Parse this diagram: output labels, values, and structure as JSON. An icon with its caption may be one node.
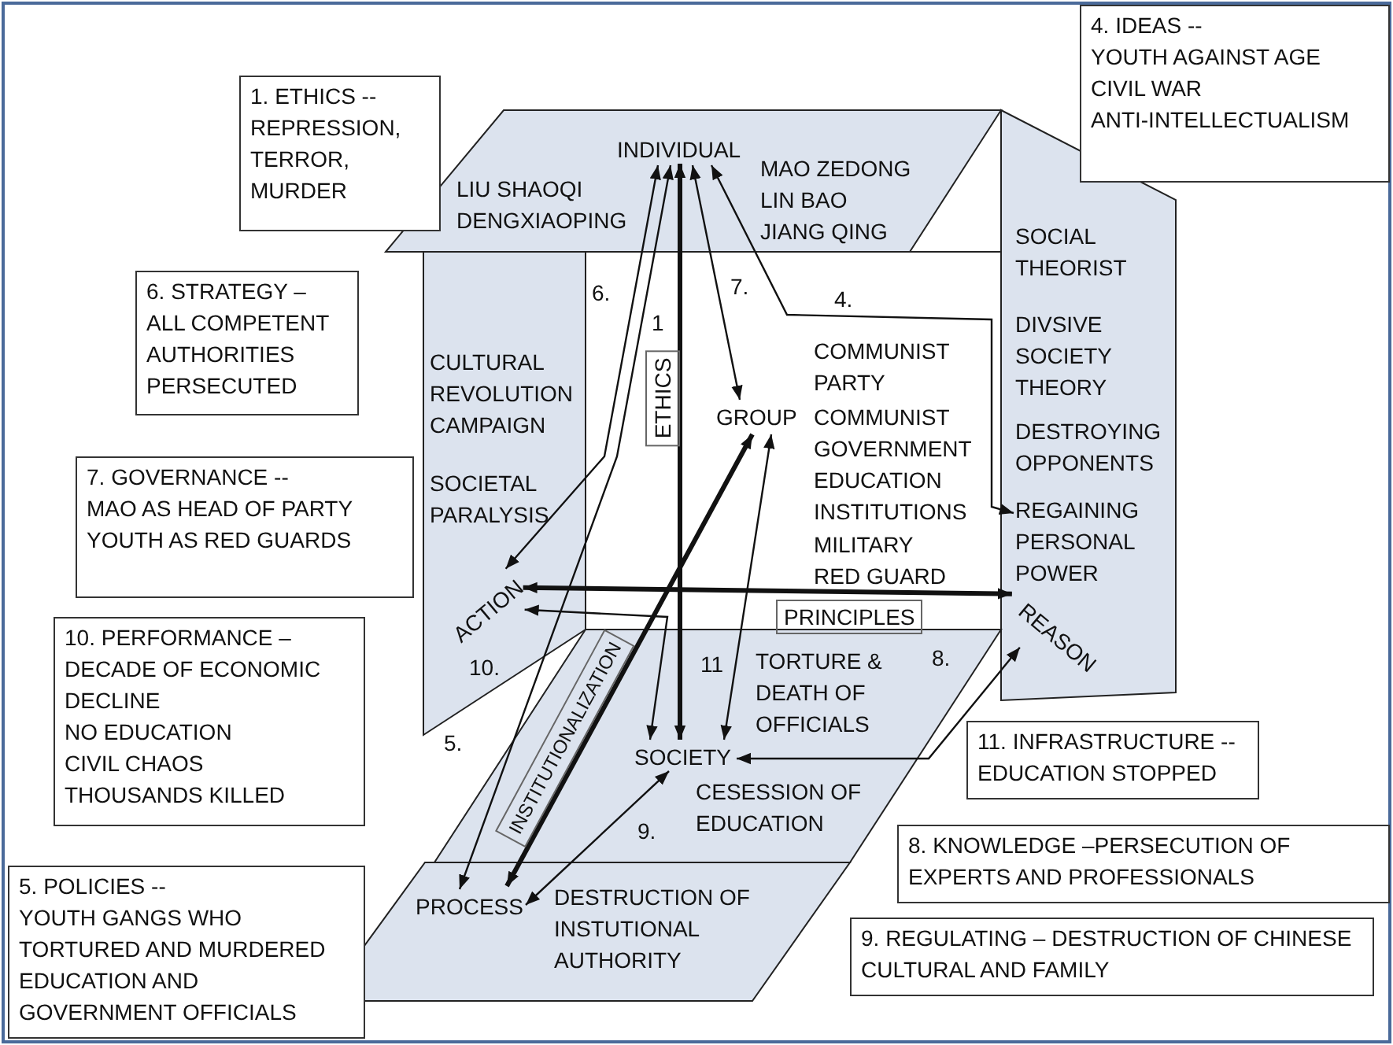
{
  "diagram": {
    "nodes": [
      {
        "text": [
          "4. IDEAS  --",
          "YOUTH AGAINST AGE",
          "CIVIL WAR",
          "ANTI-INTELLECTUALISM"
        ]
      },
      {
        "text": [
          "1. ETHICS --",
          "REPRESSION, TERROR, MURDER"
        ]
      },
      {
        "text": [
          "INDIVIDUAL"
        ]
      },
      {
        "text": [
          "6. STRATEGY –",
          "ALL COMPETENT AUTHORITIES PERSECUTED"
        ]
      },
      {
        "text": [
          "GROUP"
        ]
      },
      {
        "text": [
          "7. GOVERNANCE  --",
          "MAO AS HEAD OF PARTY",
          "YOUTH AS RED GUARDS"
        ]
      },
      {
        "text": [
          "REGAINING PERSONAL POWER"
        ]
      },
      {
        "text": [
          "ACTION"
        ]
      },
      {
        "text": [
          "REASON"
        ]
      },
      {
        "text": [
          "10. PERFORMANCE –",
          "DECADE OF ECONOMIC DECLINE",
          "NO EDUCATION",
          "CIVIL CHAOS",
          "THOUSANDS KILLED"
        ]
      },
      {
        "text": [
          "SOCIETY"
        ]
      },
      {
        "text": [
          "11. INFRASTRUCTURE --",
          "EDUCATION STOPPED"
        ]
      },
      {
        "text": [
          "8. KNOWLEDGE –PERSECUTION OF EXPERTS AND PROFESSIONALS"
        ]
      },
      {
        "text": [
          "5. POLICIES --",
          "YOUTH GANGS WHO TORTURED AND  MURDERED EDUCATION AND GOVERNMENT OFFICIALS"
        ]
      },
      {
        "text": [
          "PROCESS"
        ]
      },
      {
        "text": [
          "9. REGULATING  – DESTRUCTION OF CHINESE CULTURAL AND FAMILY"
        ]
      }
    ],
    "edges": [
      {
        "from": 2,
        "to": 10,
        "arrow": "both",
        "style": "thick"
      },
      {
        "from": 7,
        "to": 8,
        "arrow": "both",
        "style": "thick"
      },
      {
        "from": 14,
        "to": 4,
        "arrow": "both",
        "style": "thick"
      },
      {
        "from": 2,
        "to": 7,
        "arrow": "both",
        "label": "6."
      },
      {
        "from": 2,
        "to": 4,
        "arrow": "both",
        "label": "7."
      },
      {
        "from": 2,
        "to": 6,
        "arrow": "both",
        "label": "4."
      },
      {
        "from": 2,
        "to": 14,
        "arrow": "both",
        "label": "5."
      },
      {
        "from": 7,
        "to": 10,
        "arrow": "both",
        "label": "10."
      },
      {
        "from": 4,
        "to": 10,
        "arrow": "both",
        "label": "11"
      },
      {
        "from": 10,
        "to": 8,
        "arrow": "both",
        "label": "8."
      },
      {
        "from": 10,
        "to": 14,
        "arrow": "both",
        "label": "9."
      }
    ],
    "labels": [
      "LIU SHAOQI",
      "DENGXIAOPING",
      "MAO ZEDONG",
      "LIN BAO",
      "JIANG QING",
      "SOCIAL THEORIST",
      "1",
      "DIVSIVE SOCIETY THEORY",
      "CULTURAL REVOLUTION CAMPAIGN",
      "ETHICS",
      "COMMUNIST PARTY",
      "COMMUNIST GOVERNMENT",
      "DESTROYING OPPONENTS",
      "SOCIETAL PARALYSIS",
      "EDUCATION INSTITUTIONS",
      "MILITARY",
      "RED GUARD",
      "PRINCIPLES",
      "INSTITUTIONALIZATION",
      "TORTURE & DEATH OF OFFICIALS",
      "CESESSION OF EDUCATION",
      "DESTRUCTION OF INSTUTIONAL AUTHORITY"
    ]
  }
}
